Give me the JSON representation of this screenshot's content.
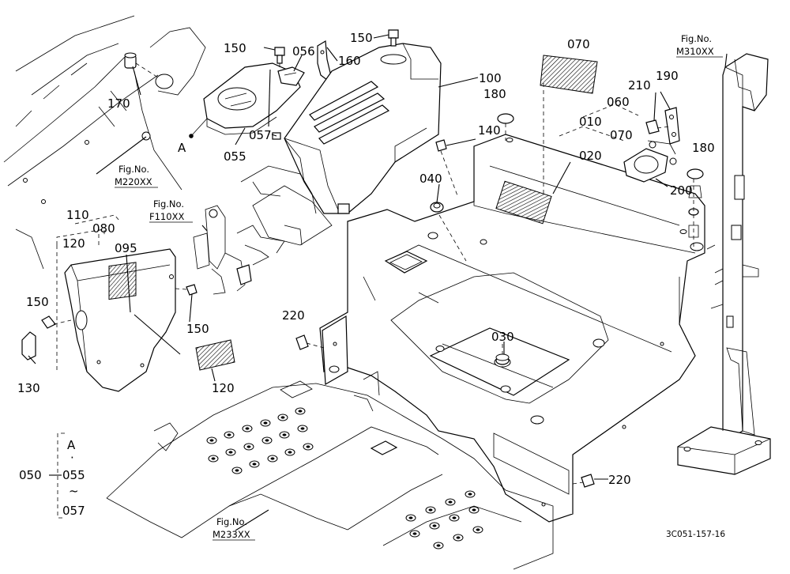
{
  "labels": {
    "p150a": "150",
    "p150b": "150",
    "p150c": "150",
    "p150d": "150",
    "p056": "056",
    "p160": "160",
    "p070a": "070",
    "p100": "100",
    "p170": "170",
    "p180a": "180",
    "p180b": "180",
    "p210": "210",
    "p190": "190",
    "p060": "060",
    "p010": "010",
    "p070b": "070",
    "p020": "020",
    "p140": "140",
    "pA1": "A",
    "p057": "057",
    "p055": "055",
    "p040": "040",
    "p200": "200",
    "p110": "110",
    "p080": "080",
    "p120a": "120",
    "p095": "095",
    "p130": "130",
    "p120b": "120",
    "p220a": "220",
    "p030": "030",
    "p220b": "220",
    "legendA": "A",
    "legend050": "050",
    "legend055": "055",
    "legendTilde": "~",
    "legend057": "057"
  },
  "references": {
    "m310_fig": "Fig.No.",
    "m310_code": "M310XX",
    "m220_fig": "Fig.No.",
    "m220_code": "M220XX",
    "f110_fig": "Fig.No.",
    "f110_code": "F110XX",
    "m233_fig": "Fig.No.",
    "m233_code": "M233XX"
  },
  "drawing_code": "3C051-157-16"
}
